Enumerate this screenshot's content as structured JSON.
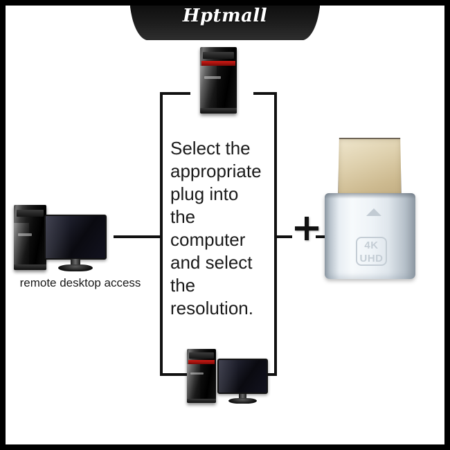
{
  "header": {
    "brand": "Hptmall"
  },
  "diagram": {
    "instruction_lines": [
      "Select the",
      "appropriate",
      "plug into",
      "the",
      "computer",
      "and select",
      "the",
      "resolution."
    ],
    "instruction_full": "Select the appropriate plug into the computer and select the resolution.",
    "left_label": "remote desktop access",
    "plus_symbol": "+",
    "nodes": {
      "top_device": "desktop-tower",
      "bottom_device": "desktop-tower-and-monitor",
      "left_device": "desktop-tower-and-monitor",
      "right_device": "hdmi-dummy-plug"
    }
  },
  "product": {
    "badge_line1": "4K",
    "badge_line2": "UHD",
    "marker": "triangle-up"
  },
  "colors": {
    "frame": "#000000",
    "page": "#ffffff",
    "banner": "#151515",
    "line": "#111111",
    "accent_red": "#d01a14",
    "plug_gold": "#ded0ad",
    "plug_silver": "#eef3f7",
    "badge_gray": "#c4cdd5"
  }
}
